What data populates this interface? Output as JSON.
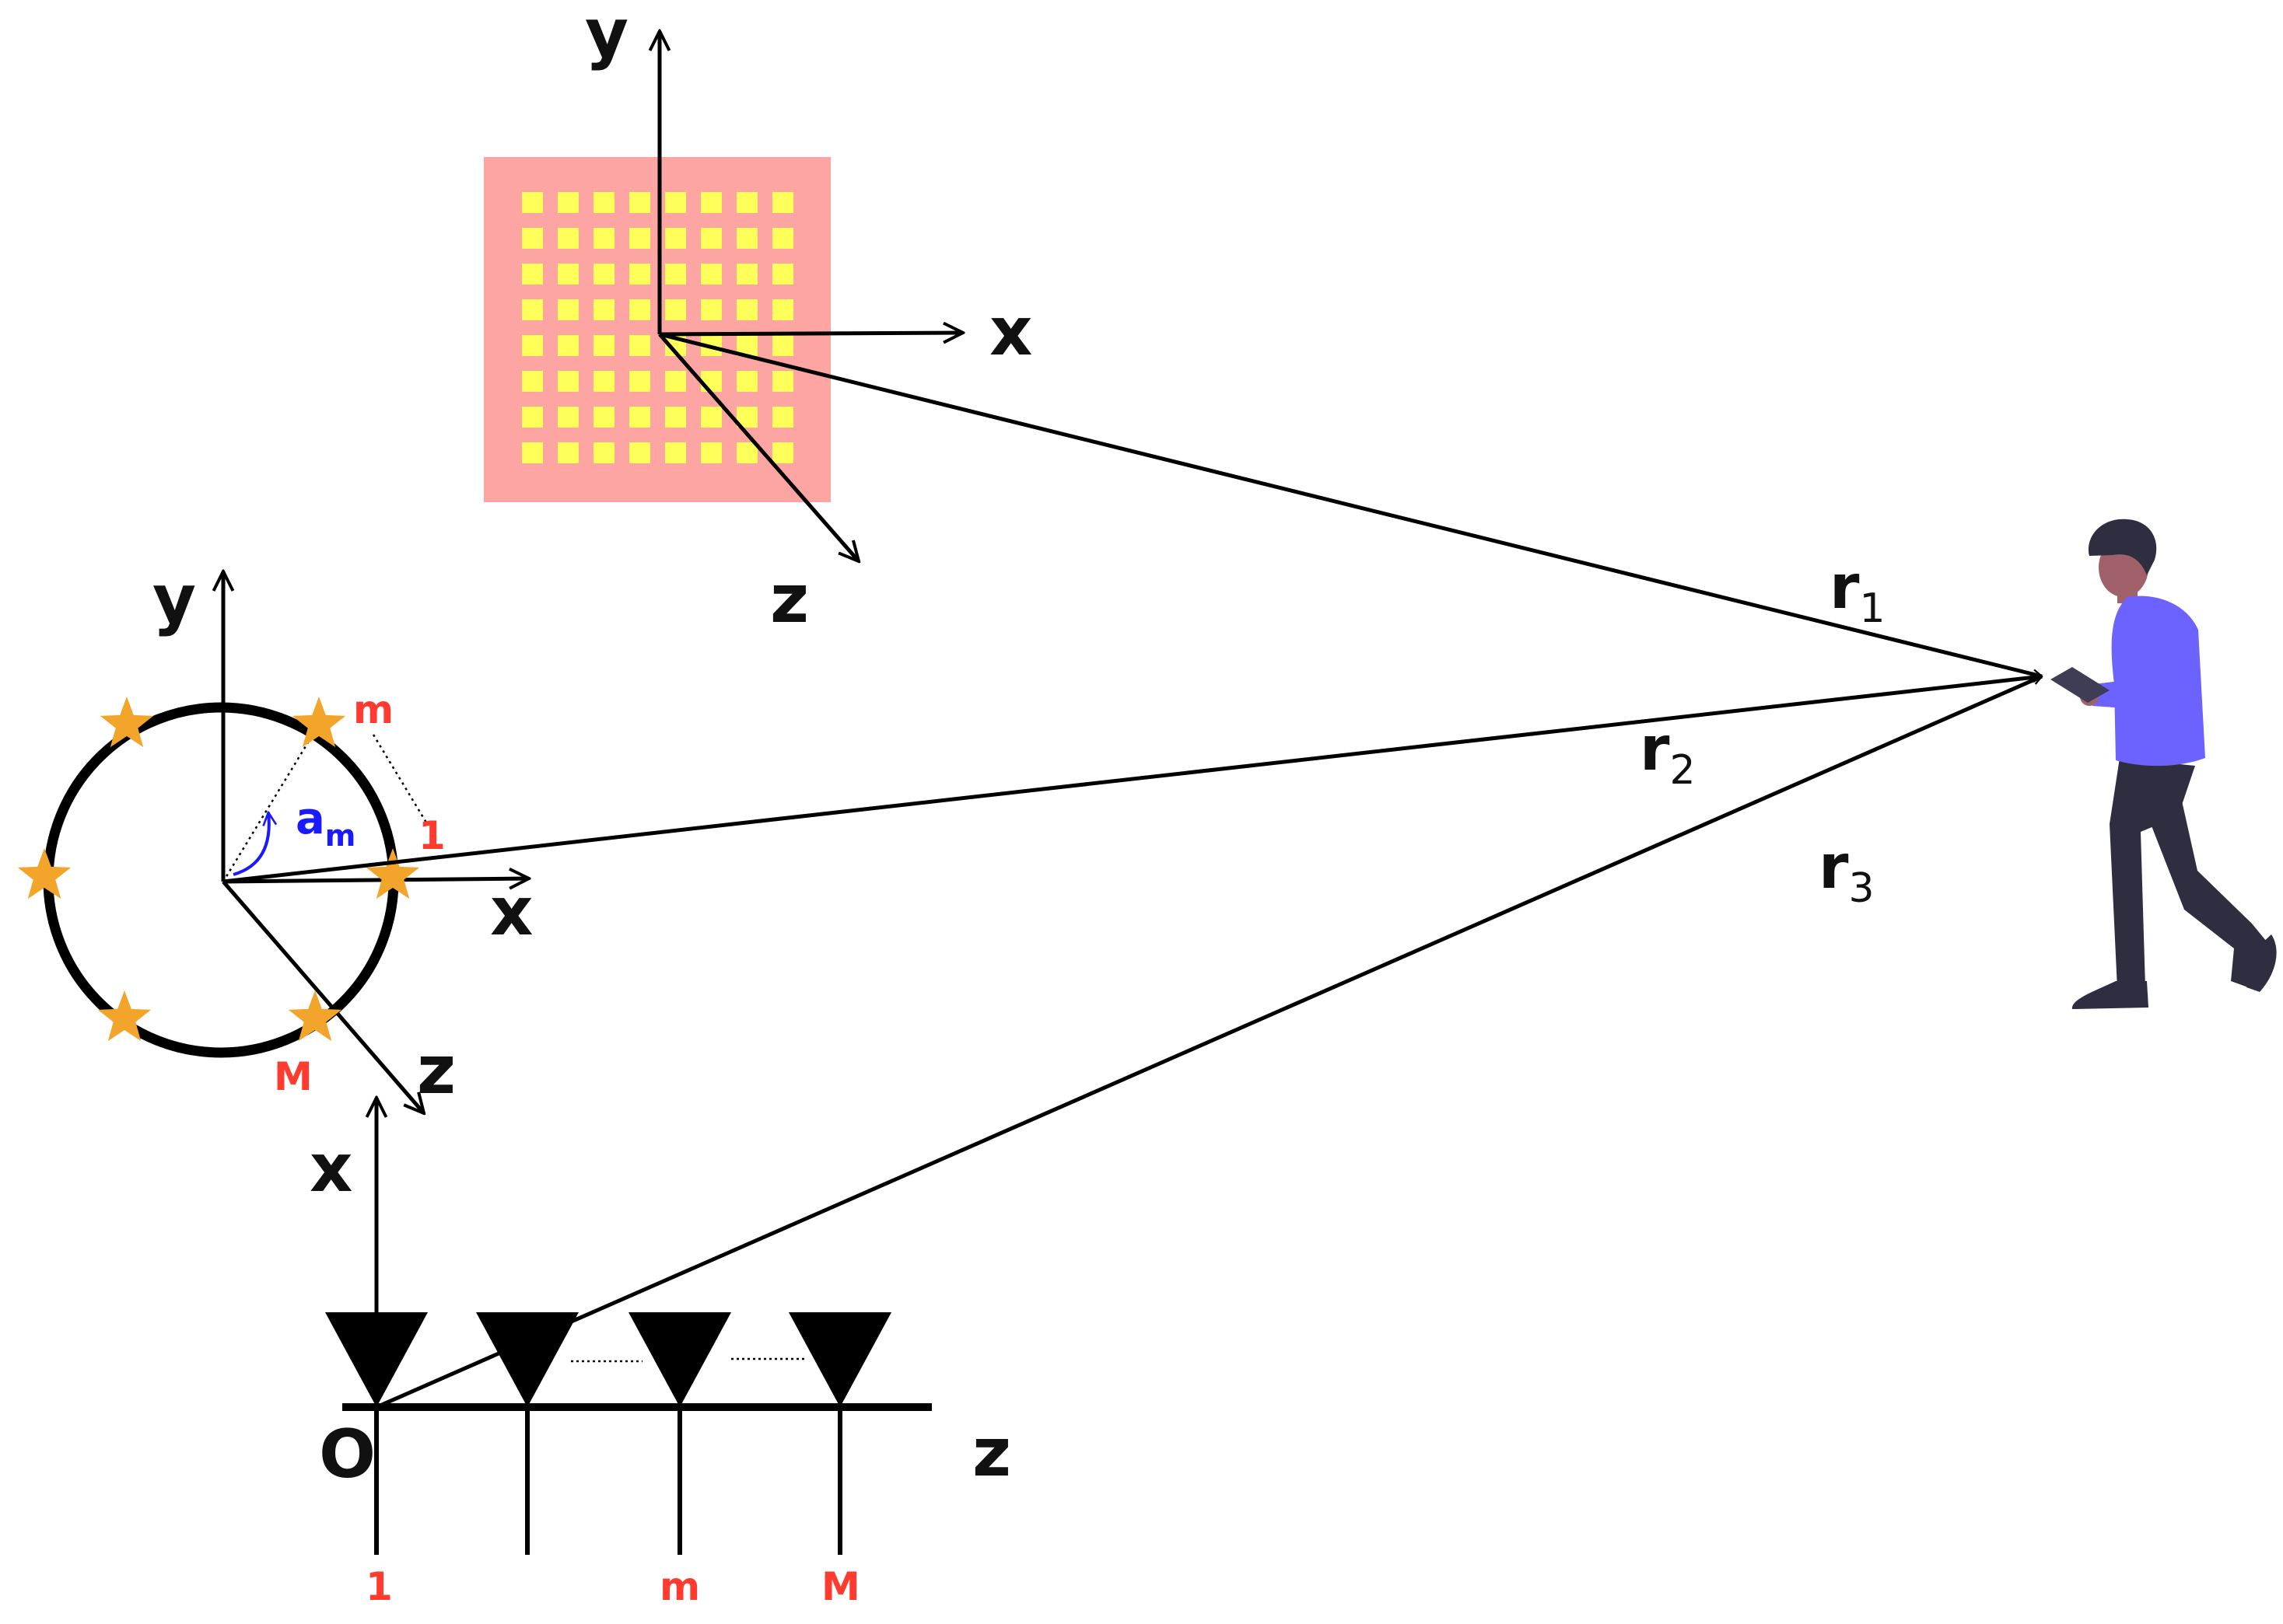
{
  "colors": {
    "line": "#000000",
    "ris_panel": "#fca5a3",
    "ris_element": "#ffff5a",
    "star": "#f2a52a",
    "index_label": "#ff3b30",
    "angle_label": "#1a1aff",
    "person_shirt": "#6c63ff",
    "person_pants": "#2f2e41",
    "person_skin": "#a0616a"
  },
  "planar_array": {
    "axes": {
      "y": "y",
      "x": "x",
      "z": "z"
    },
    "rows": 8,
    "cols": 8
  },
  "circular_array": {
    "axes": {
      "y": "y",
      "x": "x",
      "z": "z"
    },
    "labels": {
      "m": "m",
      "one": "1",
      "M": "M"
    },
    "angle": {
      "symbol": "a",
      "subscript": "m"
    }
  },
  "linear_array": {
    "axes": {
      "x": "x",
      "z": "z"
    },
    "origin": "O",
    "labels": {
      "first": "1",
      "mth": "m",
      "last": "M"
    }
  },
  "distances": {
    "r1": {
      "symbol": "r",
      "subscript": "1"
    },
    "r2": {
      "symbol": "r",
      "subscript": "2"
    },
    "r3": {
      "symbol": "r",
      "subscript": "3"
    }
  },
  "user": {
    "icon": "person-with-tablet-icon"
  }
}
